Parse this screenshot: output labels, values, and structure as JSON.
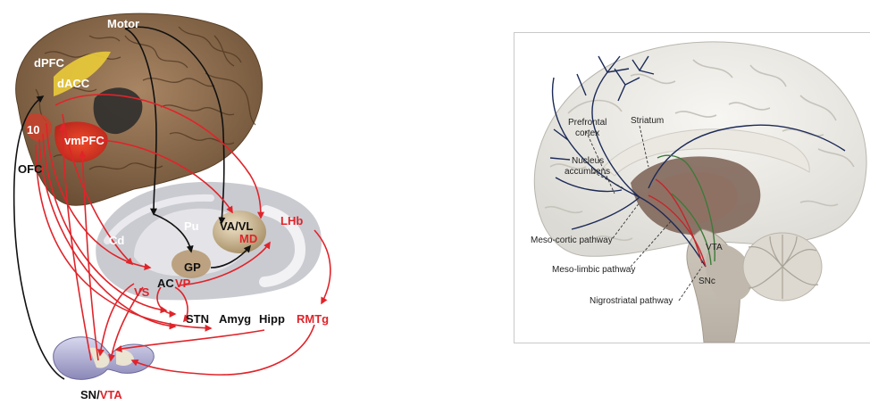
{
  "left_diagram": {
    "labels": {
      "motor": "Motor",
      "dpfc": "dPFC",
      "dacc": "dACC",
      "area10": "10",
      "vmpfc": "vmPFC",
      "ofc": "OFC",
      "cd": "Cd",
      "pu": "Pu",
      "vavl": "VA/VL",
      "md": "MD",
      "lhb": "LHb",
      "gp": "GP",
      "ac": "AC",
      "vp": "VP",
      "vs": "VS",
      "stn": "STN",
      "amyg": "Amyg",
      "hipp": "Hipp",
      "rmtg": "RMTg",
      "sn": "SN",
      "sep": "/",
      "vta": "VTA"
    },
    "colors": {
      "reward_path": "#e0242a",
      "cortical_path": "#111111",
      "cortex": "#8a6a4a"
    }
  },
  "right_diagram": {
    "labels": {
      "prefrontal1": "Prefrontal",
      "prefrontal2": "cortex",
      "striatum": "Striatum",
      "nucleus1": "Nucleus",
      "nucleus2": "accumbens",
      "mesocortic": "Meso-cortic pathway",
      "mesolimbic": "Meso-limbic pathway",
      "nigrostriatal": "Nigrostriatal pathway",
      "vta": "VTA",
      "snc": "SNc"
    },
    "colors": {
      "mesocortic": "#1b2a57",
      "mesolimbic": "#c2272d",
      "nigrostriatal": "#3d7a3a"
    }
  }
}
